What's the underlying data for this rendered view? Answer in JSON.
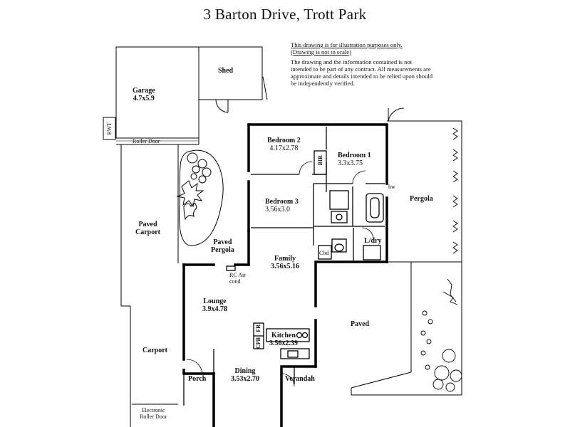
{
  "title": "3 Barton Drive,  Trott Park",
  "notice": {
    "line1": "This drawing is for illustration purposes only.",
    "line2": "(Drawing is not to scale)",
    "body": "The drawing and the information contained is not intended to be part of any contract.  All measurements are approximate and details intended to be relied upon should be independently verified."
  },
  "rooms": {
    "garage": {
      "name": "Garage",
      "dims": "4.7x5.9"
    },
    "shed": {
      "name": "Shed"
    },
    "bedroom2": {
      "name": "Bedroom 2",
      "dims": "4.17x2.78"
    },
    "bedroom1": {
      "name": "Bedroom 1",
      "dims": "3.3x3.75"
    },
    "bedroom3": {
      "name": "Bedroom 3",
      "dims": "3.56x3.0"
    },
    "pergola": {
      "name": "Pergola"
    },
    "paved_carport": {
      "name": "Paved",
      "name2": "Carport"
    },
    "paved_pergola": {
      "name": "Paved",
      "name2": "Pergola"
    },
    "family": {
      "name": "Family",
      "dims": "3.56x5.16"
    },
    "ldry": {
      "name": "L/dry"
    },
    "lounge": {
      "name": "Lounge",
      "dims": "3.9x4.78"
    },
    "kitchen": {
      "name": "Kitchen",
      "dims": "3.56x2.39"
    },
    "paved": {
      "name": "Paved"
    },
    "carport": {
      "name": "Carport"
    },
    "porch": {
      "name": "Porch"
    },
    "dining": {
      "name": "Dining",
      "dims": "3.53x2.70"
    },
    "verandah": {
      "name": "Verandah"
    }
  },
  "fixtures": {
    "rwt": "RWT",
    "roller_door": "Roller Door",
    "bir": "BIR",
    "hw": "hw",
    "cbd": "Cbd",
    "rc_air": "RC Air",
    "rc_air2": "cond",
    "cpb": "CPB",
    "fr": "FR",
    "electronic": "Electronic",
    "electronic2": "Roller Door"
  }
}
